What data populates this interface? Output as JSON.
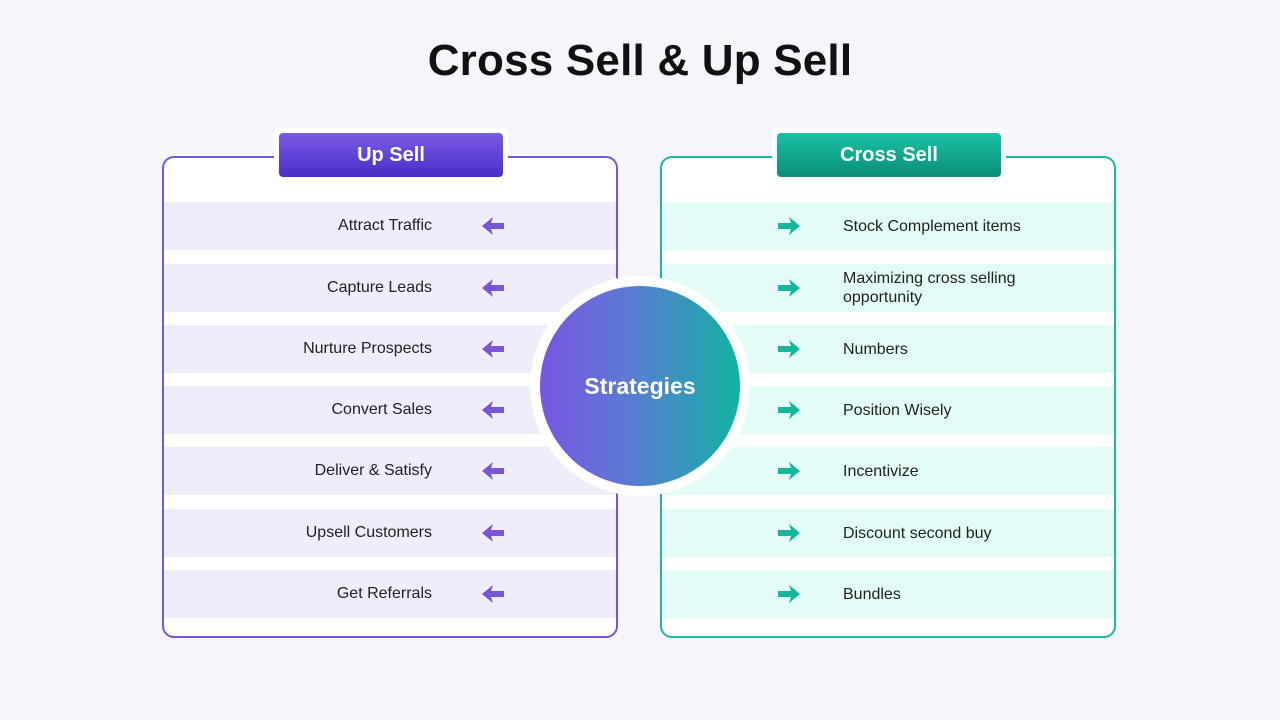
{
  "title": "Cross Sell & Up Sell",
  "colors": {
    "upsell_accent": "#7a55d8",
    "crosssell_accent": "#1bb89e"
  },
  "center": {
    "label": "Strategies"
  },
  "upsell": {
    "header": "Up Sell",
    "icon": "arrow-left-icon",
    "items": [
      "Attract Traffic",
      "Capture Leads",
      "Nurture Prospects",
      "Convert Sales",
      "Deliver & Satisfy",
      "Upsell Customers",
      "Get Referrals"
    ]
  },
  "crosssell": {
    "header": "Cross Sell",
    "icon": "arrow-right-icon",
    "items": [
      "Stock Complement items",
      "Maximizing cross selling opportunity",
      "Numbers",
      "Position Wisely",
      "Incentivize",
      "Discount second buy",
      "Bundles"
    ]
  }
}
